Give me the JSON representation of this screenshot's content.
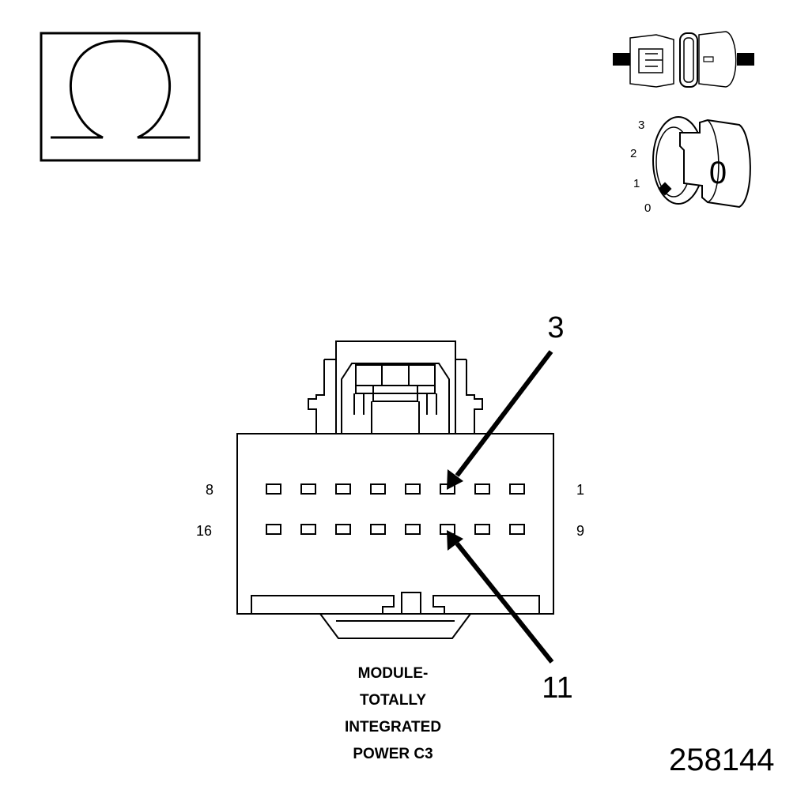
{
  "symbol": {
    "name": "ohm-icon"
  },
  "ignition": {
    "positions": [
      "3",
      "2",
      "1",
      "0"
    ],
    "key_label": "0"
  },
  "connector": {
    "row_top": {
      "left_label": "8",
      "right_label": "1"
    },
    "row_bottom": {
      "left_label": "16",
      "right_label": "9"
    }
  },
  "callouts": {
    "top": "3",
    "bottom": "11"
  },
  "caption": {
    "line1": "MODULE-",
    "line2": "TOTALLY",
    "line3": "INTEGRATED",
    "line4": "POWER C3"
  },
  "figure_id": "258144",
  "colors": {
    "line": "#000000",
    "background": "#ffffff",
    "shade": "#e6e6e6"
  }
}
